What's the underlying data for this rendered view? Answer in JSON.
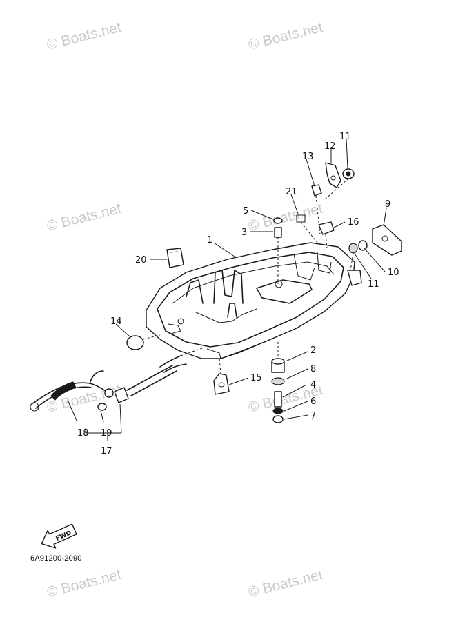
{
  "watermark": "© Boats.net",
  "diagram_code": "6A91200-2090",
  "fwd_label": "FWD",
  "callouts": [
    "1",
    "2",
    "3",
    "4",
    "5",
    "6",
    "7",
    "8",
    "9",
    "10",
    "11",
    "11",
    "12",
    "13",
    "14",
    "15",
    "16",
    "17",
    "18",
    "19",
    "20",
    "21"
  ]
}
